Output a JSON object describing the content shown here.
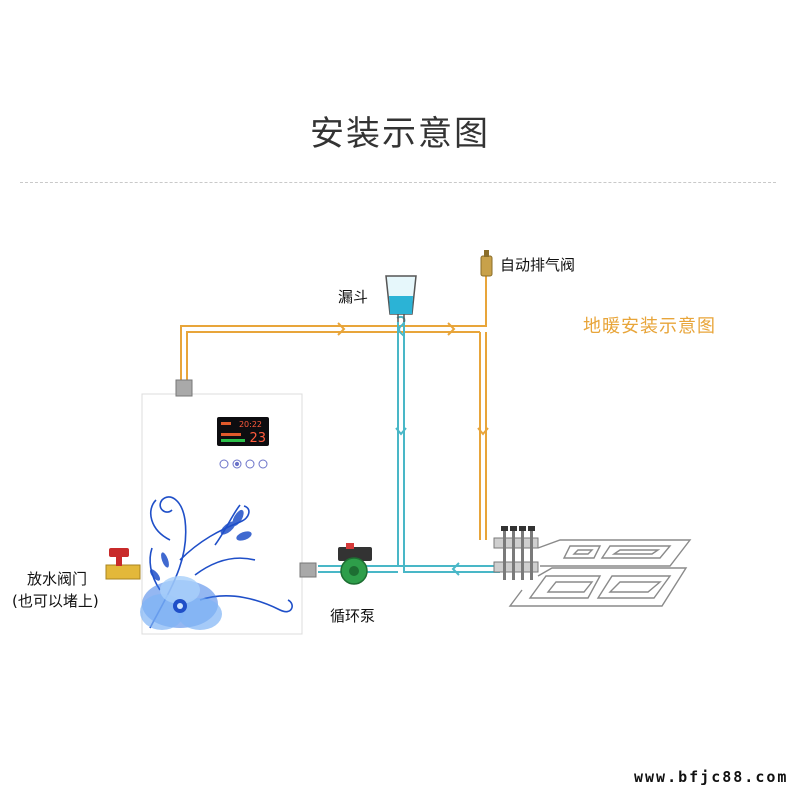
{
  "title": "安装示意图",
  "diagram_title": "地暖安装示意图",
  "labels": {
    "funnel": "漏斗",
    "air_vent": "自动排气阀",
    "drain_valve": "放水阀门",
    "drain_valve_note": "(也可以堵上)",
    "pump": "循环泵"
  },
  "display": {
    "time": "20:22",
    "temperature": "23"
  },
  "watermark": "www.bfjc88.com",
  "colors": {
    "hot_pipe": "#e8a53a",
    "return_pipe": "#49b7c7",
    "floor_coil": "#8a8a8a",
    "pump": "#2e9e4a",
    "flower": "#1f4fc8"
  }
}
